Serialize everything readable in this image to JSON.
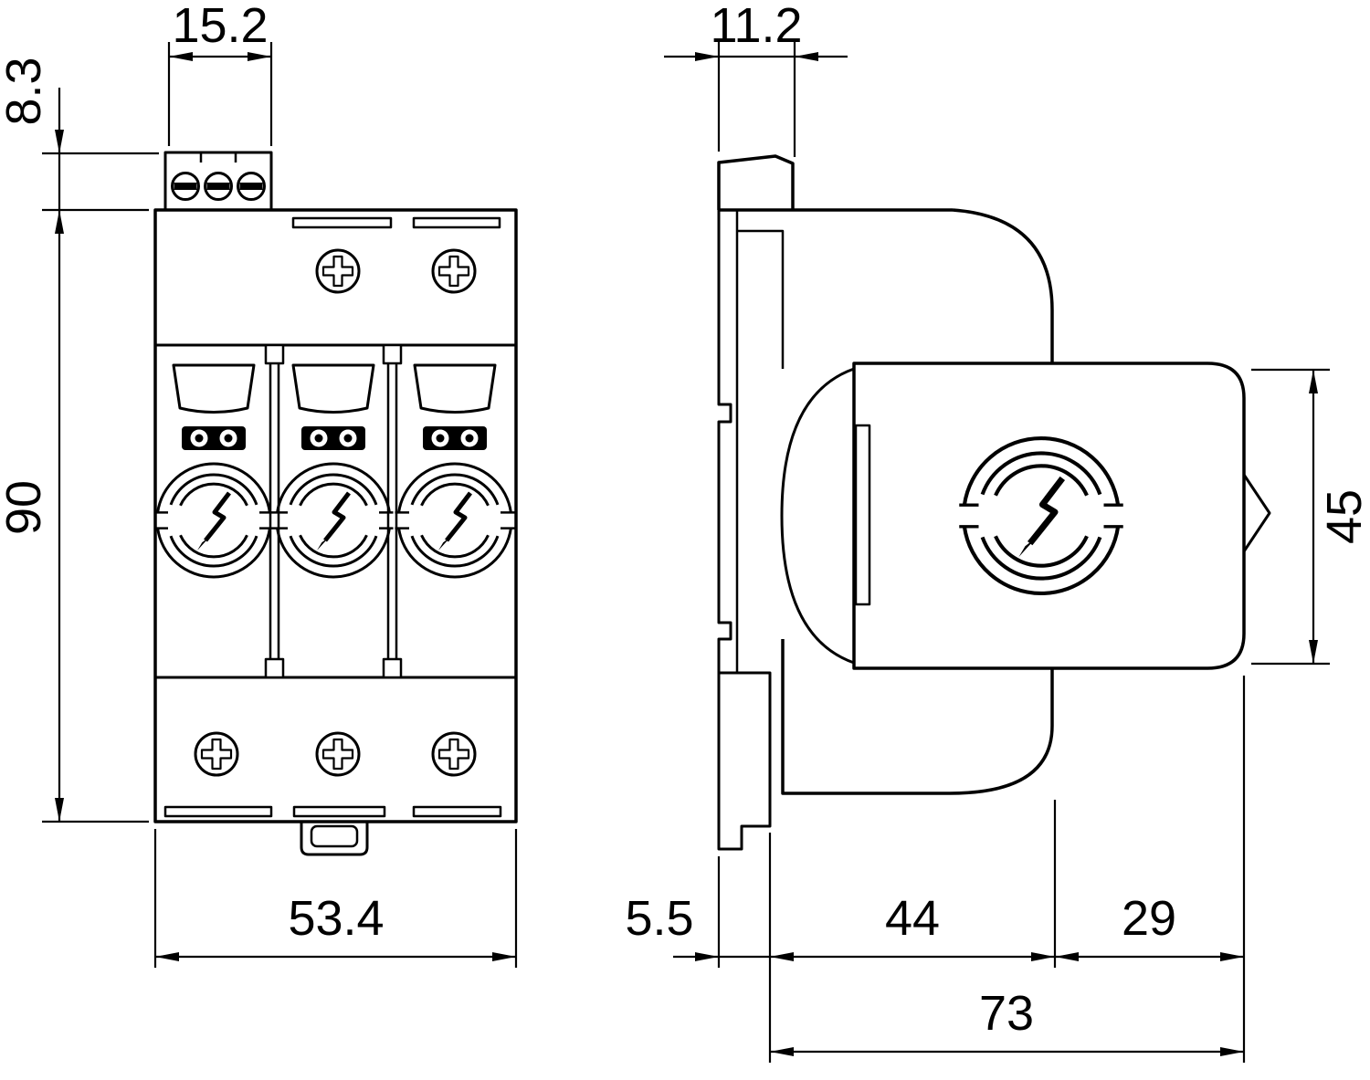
{
  "drawing": {
    "type": "technical-dimension-drawing",
    "views": {
      "front_view_name": "front-view",
      "side_view_name": "side-view"
    },
    "colors": {
      "line": "#000000",
      "background": "#ffffff"
    },
    "icons": {
      "logo": "surge-arrester-lightning-logo-icon",
      "screw": "phillips-screw-icon",
      "terminal_screw": "slotted-terminal-screw-icon"
    }
  },
  "dims": {
    "front": {
      "terminal_width": "15.2",
      "terminal_height": "8.3",
      "body_height": "90",
      "body_width": "53.4"
    },
    "side": {
      "clip_width": "11.2",
      "module_height": "45",
      "rail_offset": "5.5",
      "base_depth": "44",
      "module_depth": "29",
      "total_depth": "73"
    }
  }
}
